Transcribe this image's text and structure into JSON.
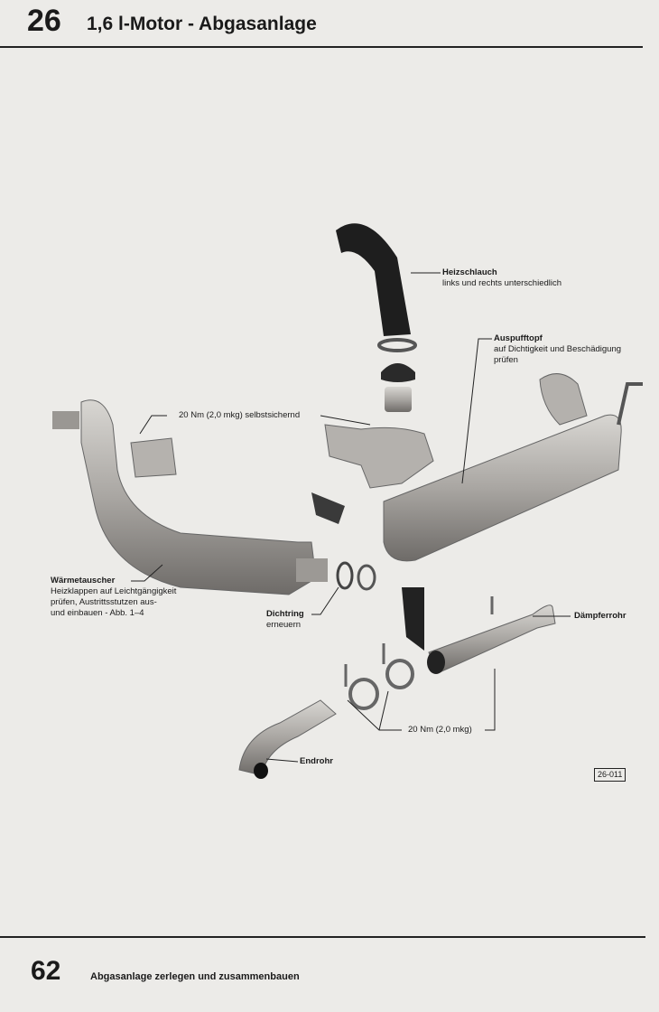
{
  "header": {
    "chapter": "26",
    "title": "1,6 l-Motor - Abgasanlage"
  },
  "labels": {
    "heizschlauch": {
      "title": "Heizschlauch",
      "note": "links und rechts unterschiedlich"
    },
    "auspufftopf": {
      "title": "Auspufftopf",
      "note1": "auf Dichtigkeit und Beschädigung",
      "note2": "prüfen"
    },
    "torque_top": "20 Nm (2,0 mkg) selbstsichernd",
    "waermetauscher": {
      "title": "Wärmetauscher",
      "note1": "Heizklappen auf Leichtgängigkeit",
      "note2": "prüfen, Austrittsstutzen aus-",
      "note3": "und einbauen - Abb. 1–4"
    },
    "dichtring": {
      "title": "Dichtring",
      "note": "erneuern"
    },
    "daempferrohr": "Dämpferrohr",
    "torque_bottom": "20 Nm (2,0 mkg)",
    "endrohr": "Endrohr",
    "figure_id": "26-011"
  },
  "footer": {
    "page": "62",
    "text": "Abgasanlage zerlegen und zusammenbauen"
  }
}
